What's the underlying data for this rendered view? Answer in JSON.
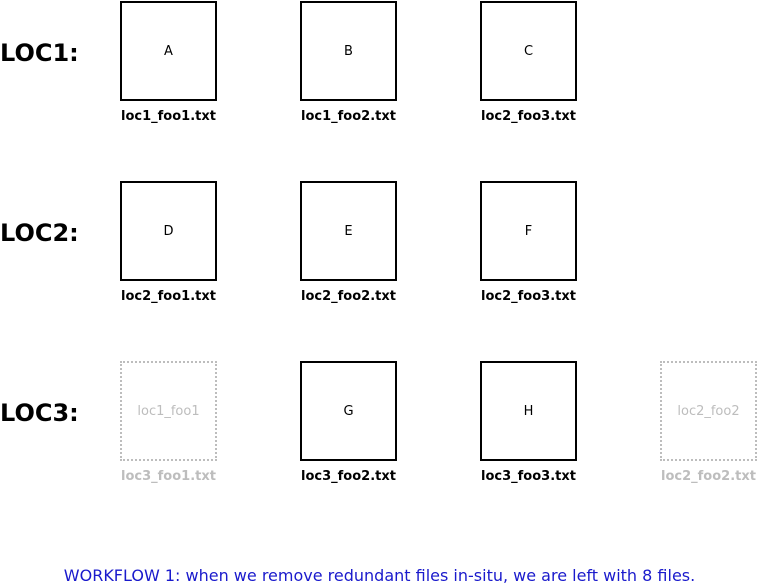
{
  "rows": [
    {
      "label": "LOC1:",
      "cells": [
        {
          "content": "A",
          "filename": "loc1_foo1.txt",
          "ghost": false
        },
        {
          "content": "B",
          "filename": "loc1_foo2.txt",
          "ghost": false
        },
        {
          "content": "C",
          "filename": "loc2_foo3.txt",
          "ghost": false
        }
      ]
    },
    {
      "label": "LOC2:",
      "cells": [
        {
          "content": "D",
          "filename": "loc2_foo1.txt",
          "ghost": false
        },
        {
          "content": "E",
          "filename": "loc2_foo2.txt",
          "ghost": false
        },
        {
          "content": "F",
          "filename": "loc2_foo3.txt",
          "ghost": false
        }
      ]
    },
    {
      "label": "LOC3:",
      "cells": [
        {
          "content": "loc1_foo1",
          "filename": "loc3_foo1.txt",
          "ghost": true
        },
        {
          "content": "G",
          "filename": "loc3_foo2.txt",
          "ghost": false
        },
        {
          "content": "H",
          "filename": "loc3_foo3.txt",
          "ghost": false
        },
        {
          "content": "loc2_foo2",
          "filename": "loc2_foo2.txt",
          "ghost": true
        }
      ]
    }
  ],
  "caption": "WORKFLOW 1: when we remove redundant files in-situ, we are left with 8 files.",
  "colors": {
    "text": "#000000",
    "ghost": "#bdbdbd",
    "caption": "#1a1acc"
  }
}
